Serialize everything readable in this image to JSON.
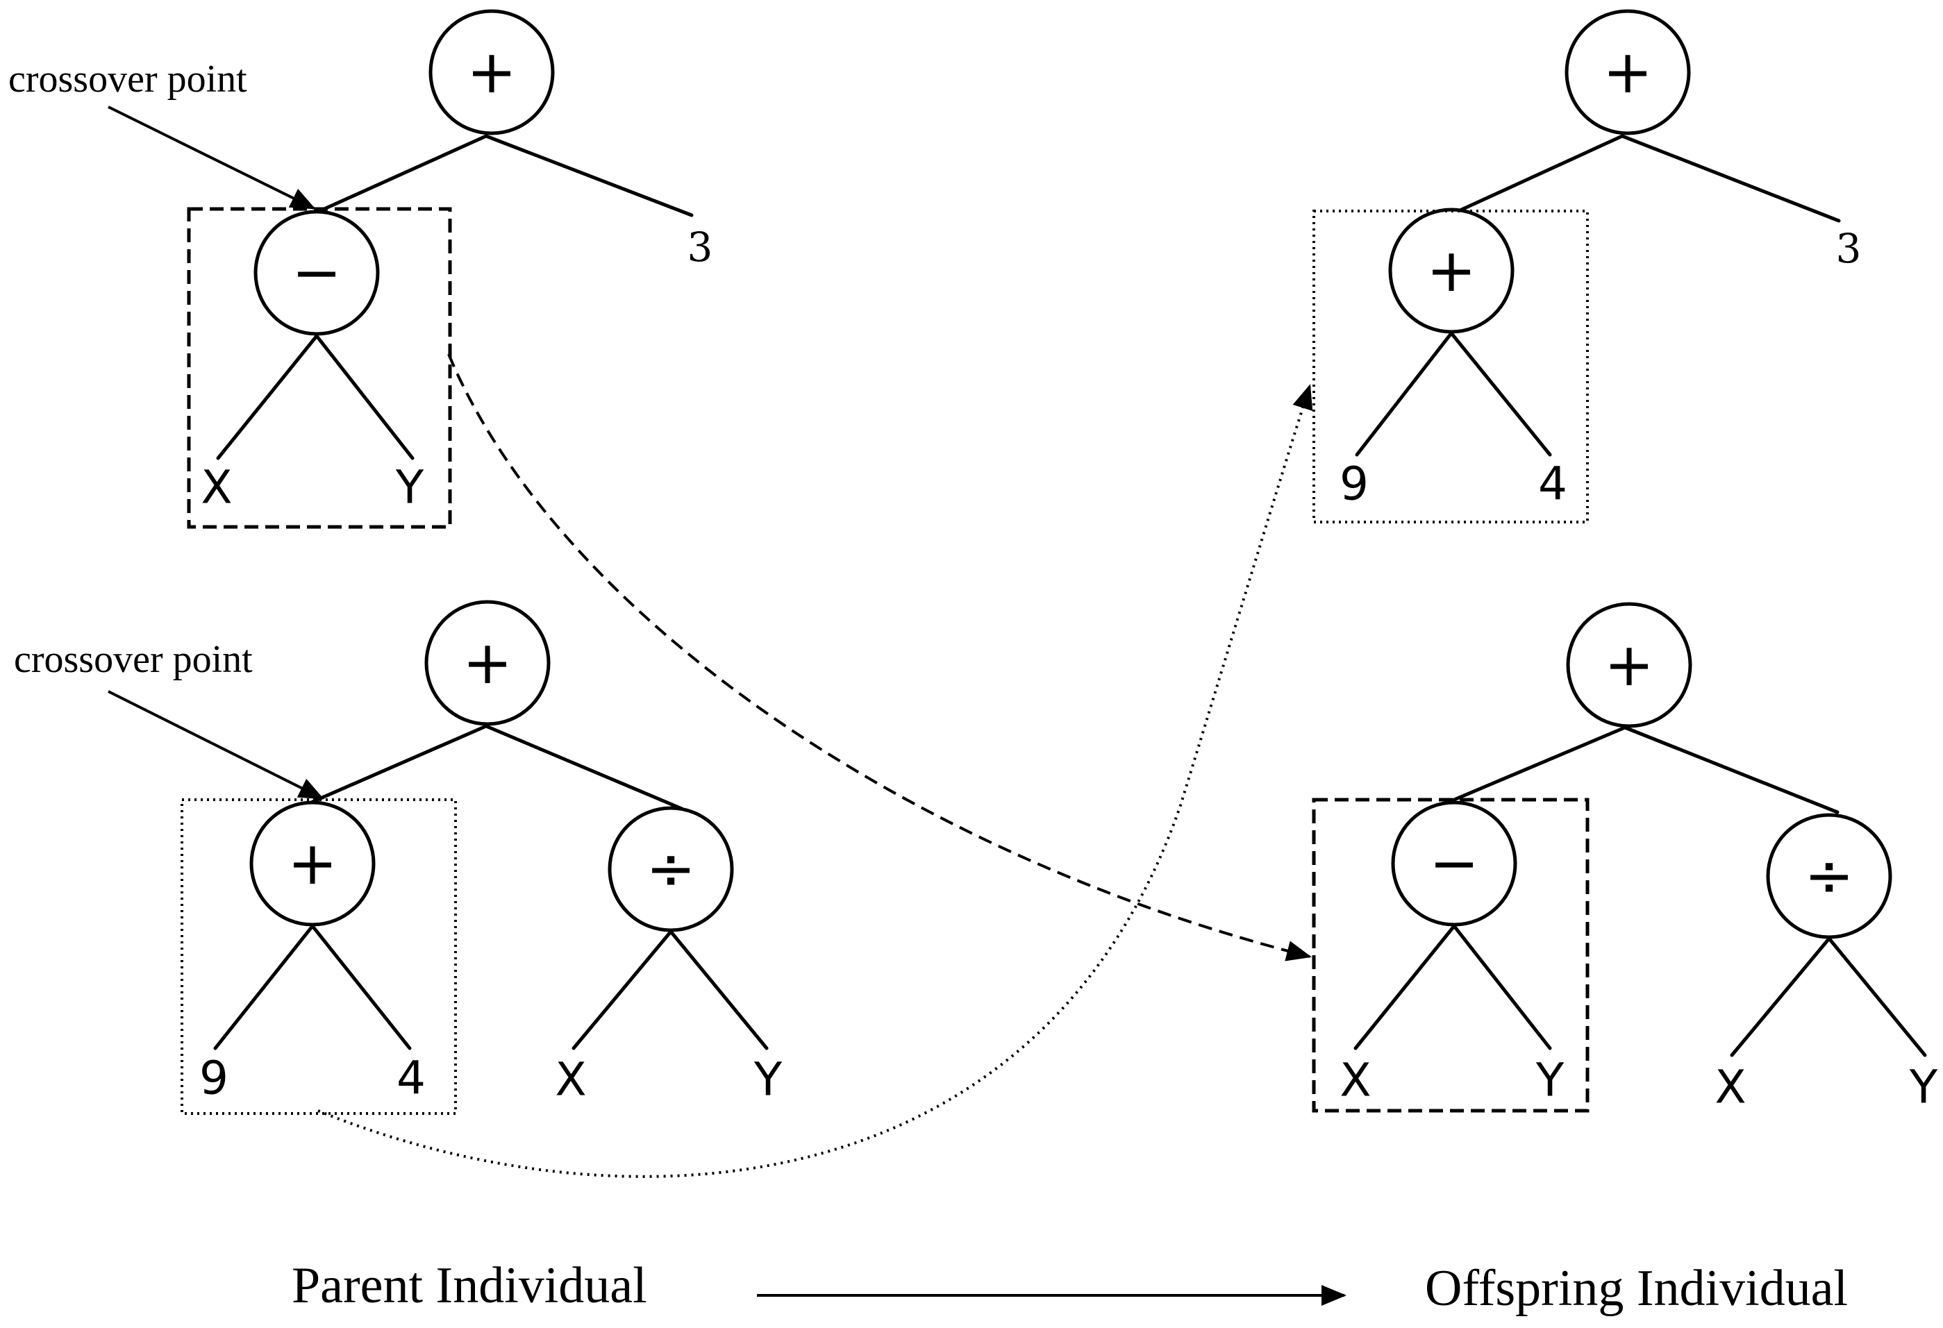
{
  "annotations": {
    "crossover_point_top": "crossover point",
    "crossover_point_bottom": "crossover point"
  },
  "captions": {
    "parent": "Parent Individual",
    "offspring": "Offspring Individual"
  },
  "trees": {
    "parent_a": {
      "root": "+",
      "left_op": "−",
      "left_leaf_1": "X",
      "left_leaf_2": "Y",
      "right_leaf": "3"
    },
    "parent_b": {
      "root": "+",
      "left_op": "+",
      "left_leaf_1": "9",
      "left_leaf_2": "4",
      "right_op": "÷",
      "right_leaf_1": "X",
      "right_leaf_2": "Y"
    },
    "offspring_a": {
      "root": "+",
      "left_op": "+",
      "left_leaf_1": "9",
      "left_leaf_2": "4",
      "right_leaf": "3"
    },
    "offspring_b": {
      "root": "+",
      "left_op": "−",
      "left_leaf_1": "X",
      "left_leaf_2": "Y",
      "right_op": "÷",
      "right_leaf_1": "X",
      "right_leaf_2": "Y"
    }
  }
}
